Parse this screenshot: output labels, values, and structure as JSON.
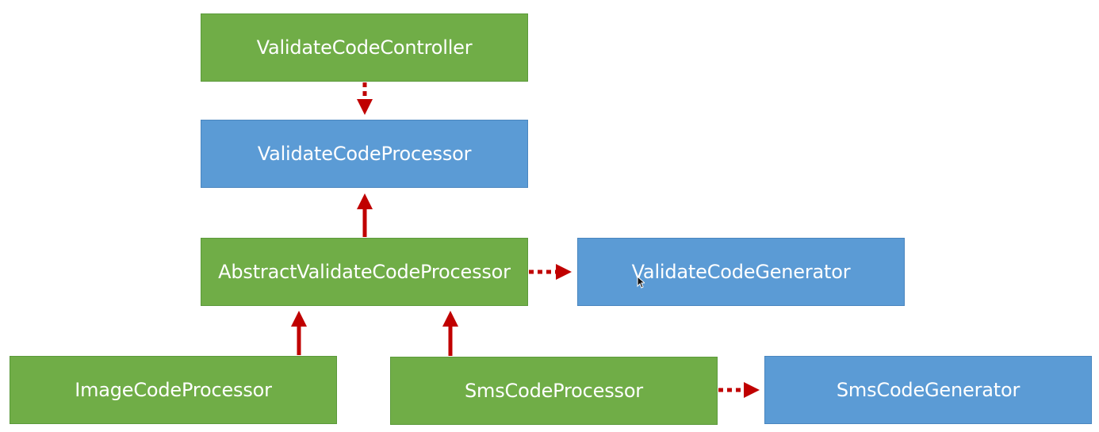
{
  "colors": {
    "interface_box": "#5b9bd5",
    "class_box": "#70ad47",
    "arrow": "#c00000",
    "text": "#ffffff",
    "background": "#ffffff"
  },
  "nodes": {
    "controller": "ValidateCodeController",
    "processor": "ValidateCodeProcessor",
    "abstract_processor": "AbstractValidateCodeProcessor",
    "generator": "ValidateCodeGenerator",
    "image_processor": "ImageCodeProcessor",
    "sms_processor": "SmsCodeProcessor",
    "sms_generator": "SmsCodeGenerator"
  },
  "edges": [
    {
      "from": "ValidateCodeController",
      "to": "ValidateCodeProcessor",
      "style": "dashed"
    },
    {
      "from": "AbstractValidateCodeProcessor",
      "to": "ValidateCodeProcessor",
      "style": "solid"
    },
    {
      "from": "AbstractValidateCodeProcessor",
      "to": "ValidateCodeGenerator",
      "style": "dashed"
    },
    {
      "from": "ImageCodeProcessor",
      "to": "AbstractValidateCodeProcessor",
      "style": "solid"
    },
    {
      "from": "SmsCodeProcessor",
      "to": "AbstractValidateCodeProcessor",
      "style": "solid"
    },
    {
      "from": "SmsCodeProcessor",
      "to": "SmsCodeGenerator",
      "style": "dashed"
    }
  ]
}
